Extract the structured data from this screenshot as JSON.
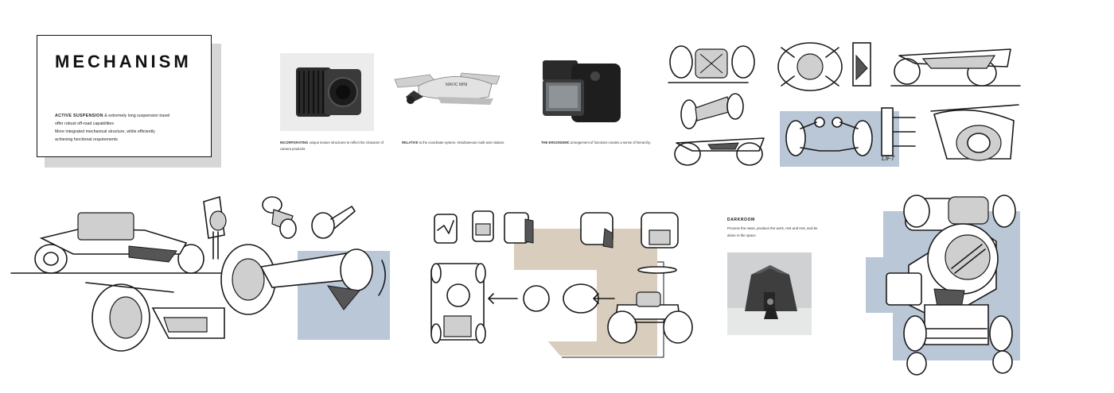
{
  "title_card": {
    "title": "MECHANISM",
    "lead_bold": "ACTIVE SUSPENSION",
    "lead_rest": " & extremely long suspension travel",
    "line2": "offer robust off-road capabilities",
    "line3": "More integrated mechanical structure, while efficiently",
    "line4": "achieving functional requirements"
  },
  "references": [
    {
      "image": "camera-module-photo",
      "bold": "INCORPORATING",
      "text": " unique texture structures to reflect the character of camera products."
    },
    {
      "image": "drone-photo",
      "bold": "RELATIVE",
      "text": " to the coordinate system, simultaneous multi-axis rotation."
    },
    {
      "image": "medium-format-camera-photo",
      "bold": "THE ERGONOMIC",
      "text": " arrangement of functions creates a sense of hierarchy."
    }
  ],
  "drone_label": "MAVIC MINI",
  "sketch_label": "LIFT",
  "darkroom": {
    "title": "DARKROOM",
    "body": "Process the news, produce the work, rest and rest, and be alone in the space"
  },
  "colors": {
    "panel_blue": "#b9c7d6",
    "panel_tan": "#d9cdbd",
    "shadow_grey": "#d6d6d6"
  }
}
